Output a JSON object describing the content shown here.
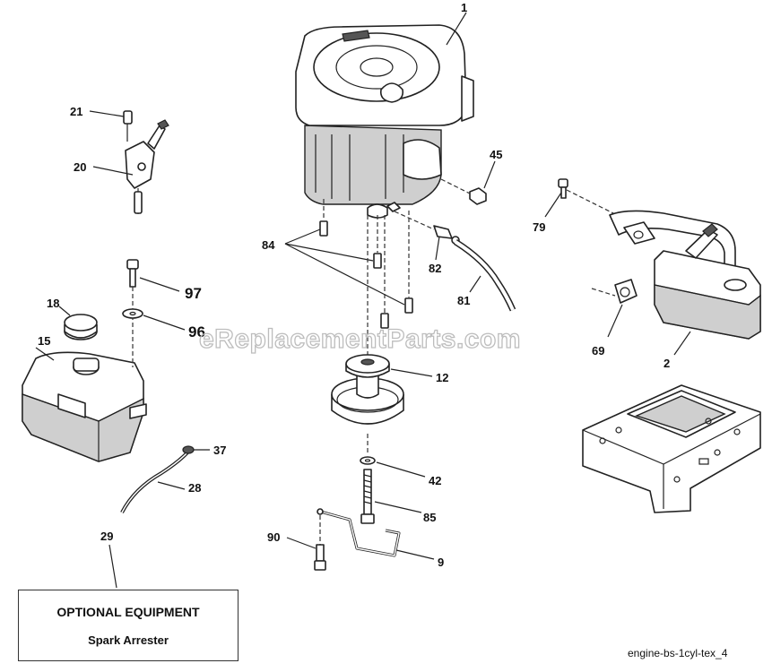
{
  "watermark": "eReplacementParts.com",
  "reference_code": "engine-bs-1cyl-tex_4",
  "optional_box": {
    "title": "OPTIONAL EQUIPMENT",
    "item": "Spark Arrester"
  },
  "callouts": {
    "engine": "1",
    "muffler": "2",
    "hitch": "9",
    "pulley": "12",
    "fuel_tank": "15",
    "fuel_cap": "18",
    "throttle": "20",
    "screw_21": "21",
    "fuel_line": "28",
    "spark_arrester": "29",
    "clamp": "37",
    "washer_42": "42",
    "nut_45": "45",
    "gasket_69": "69",
    "bolt_79": "79",
    "fuel_filter_line": "81",
    "clamp_82": "82",
    "bolts_84": "84",
    "bolt_85": "85",
    "bolt_90": "90",
    "washer_96": "96",
    "bolt_97": "97"
  }
}
